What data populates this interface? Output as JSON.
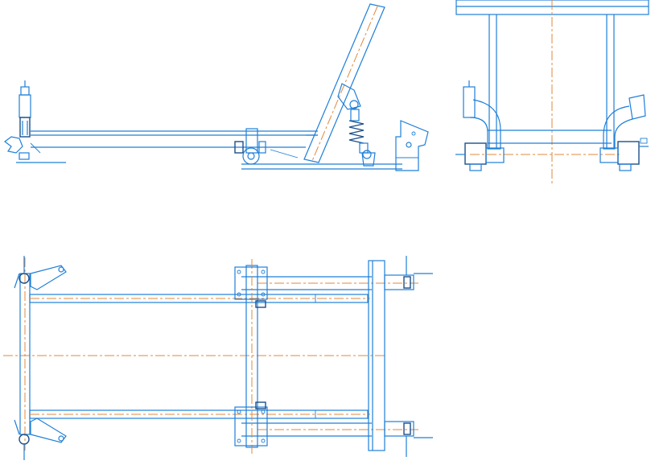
{
  "colors": {
    "background": "#ffffff",
    "outline": "#1f7fd8",
    "centerline": "#e08a3c",
    "detail": "#1b4f8a",
    "fill": "#ffffff"
  },
  "views": [
    {
      "id": "side-view",
      "icon": "side-elevation"
    },
    {
      "id": "front-view",
      "icon": "front-elevation"
    },
    {
      "id": "plan-view",
      "icon": "top-plan"
    }
  ]
}
